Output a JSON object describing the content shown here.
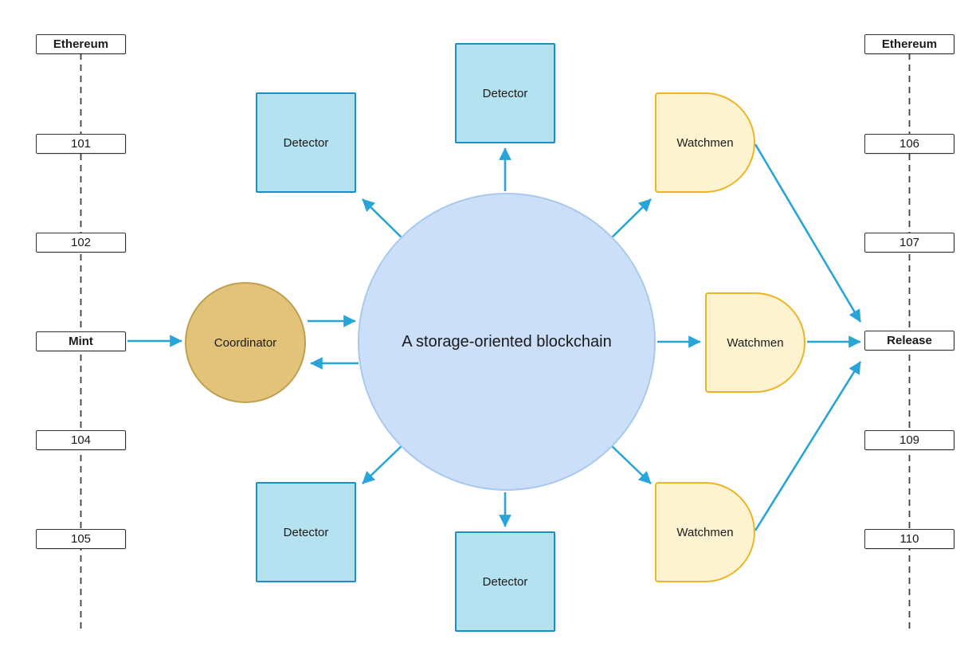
{
  "central_label": "A storage-oriented blockchain",
  "coordinator_label": "Coordinator",
  "left_chain": {
    "header": "Ethereum",
    "blocks": [
      "101",
      "102",
      "Mint",
      "104",
      "105"
    ]
  },
  "right_chain": {
    "header": "Ethereum",
    "blocks": [
      "106",
      "107",
      "Release",
      "109",
      "110"
    ]
  },
  "detector_labels": {
    "top_left": "Detector",
    "top_center": "Detector",
    "bottom_left": "Detector",
    "bottom_center": "Detector"
  },
  "watchman_labels": {
    "top": "Watchmen",
    "middle": "Watchmen",
    "bottom": "Watchmen"
  },
  "colors": {
    "arrow": "#27A4D8",
    "dash_line": "#3F3F3F",
    "detector_fill": "#B5E2F1",
    "detector_border": "#1B90C2",
    "watchman_fill": "#FDF3D1",
    "watchman_border": "#EDB526",
    "coordinator_fill": "#E2C379",
    "coordinator_border": "#BFA050",
    "central_fill": "#CBE0F8",
    "central_border": "#A9C8EE",
    "chain_box_border": "#333333"
  }
}
